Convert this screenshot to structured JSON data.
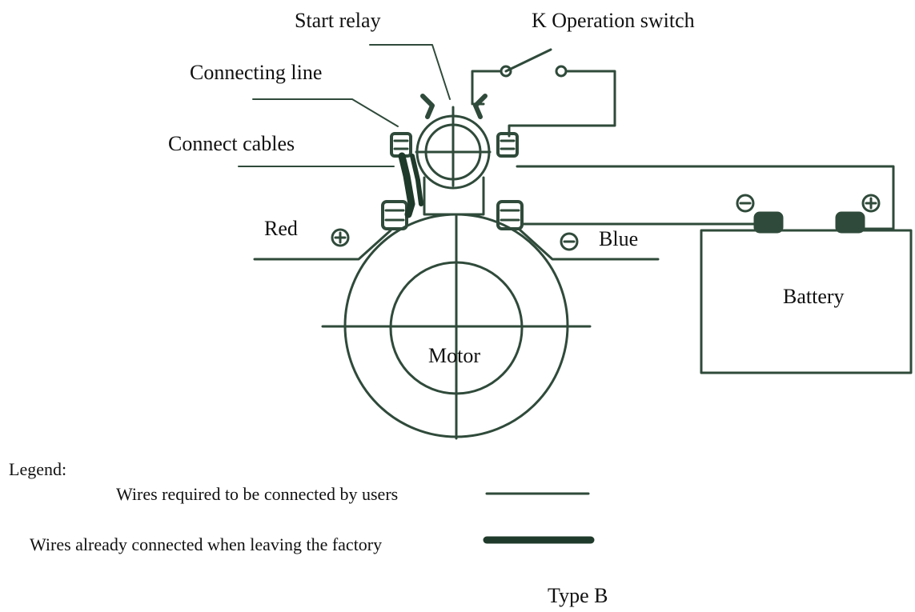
{
  "diagram": {
    "labels": {
      "start_relay": "Start relay",
      "operation_switch": "K Operation switch",
      "connecting_line": "Connecting line",
      "connect_cables": "Connect cables",
      "red": "Red",
      "blue": "Blue",
      "motor": "Motor",
      "battery": "Battery"
    },
    "terminal_symbols": {
      "positive": "⊕",
      "negative": "⊖"
    },
    "legend": {
      "title": "Legend:",
      "user_wires": "Wires required to be connected by users",
      "factory_wires": "Wires already connected when leaving the factory"
    },
    "caption": "Type B",
    "colors": {
      "line": "#2f4a3a",
      "thick_line": "#1f3a2a",
      "text": "#111111"
    }
  }
}
